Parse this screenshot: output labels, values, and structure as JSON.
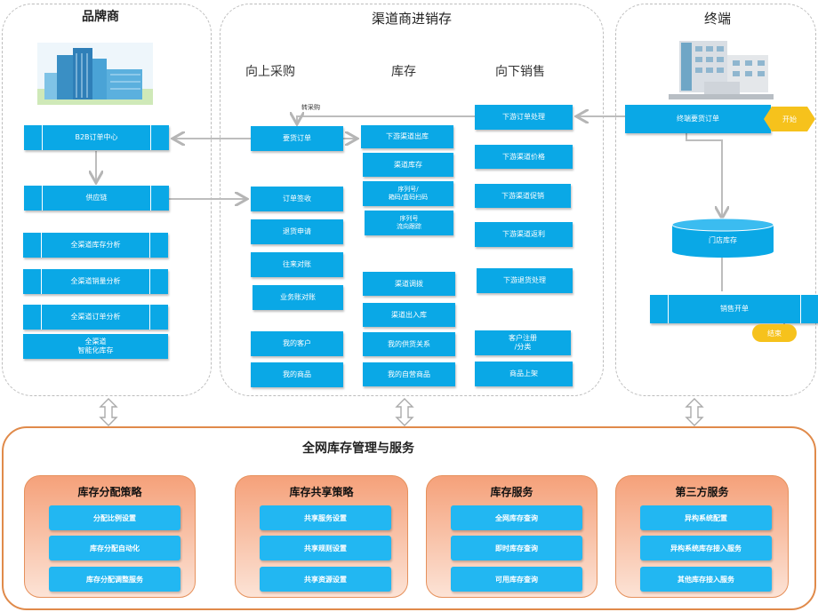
{
  "brand": {
    "title": "品牌商",
    "items": [
      "B2B订单中心",
      "供应链",
      "全渠道库存分析",
      "全渠道销量分析",
      "全渠道订单分析",
      "全渠道\n智能化库存"
    ]
  },
  "channel": {
    "title": "渠道商进销存",
    "columns": [
      "向上采购",
      "库存",
      "向下销售"
    ],
    "purchase": [
      "要货订单",
      "订单签收",
      "退货申请",
      "往来对账",
      "业务账对账",
      "我的客户",
      "我的商品"
    ],
    "inventory": [
      "下游渠道出库",
      "渠道库存",
      "序列号/\n箱码/盒码扫码",
      "序列号\n流向跟踪",
      "渠道调拨",
      "渠道出入库",
      "我的供货关系",
      "我的自营商品"
    ],
    "sales": [
      "下游订单处理",
      "下游渠道价格",
      "下游渠道促销",
      "下游渠道返利",
      "下游退货处理",
      "客户注册\n/分类",
      "商品上架"
    ],
    "transfer_label": "转采购"
  },
  "terminal": {
    "title": "终端",
    "order": "终端要货订单",
    "start": "开始",
    "store_stock": "门店库存",
    "sales_order": "销售开单",
    "end": "结束"
  },
  "bottom": {
    "title": "全网库存管理与服务",
    "groups": [
      {
        "title": "库存分配策略",
        "items": [
          "分配比例设置",
          "库存分配自动化",
          "库存分配调整服务"
        ]
      },
      {
        "title": "库存共享策略",
        "items": [
          "共享服务设置",
          "共享规则设置",
          "共享资源设置"
        ]
      },
      {
        "title": "库存服务",
        "items": [
          "全网库存查询",
          "即时库存查询",
          "可用库存查询"
        ]
      },
      {
        "title": "第三方服务",
        "items": [
          "异构系统配置",
          "异构系统库存接入服务",
          "其他库存接入服务"
        ]
      }
    ]
  },
  "colors": {
    "box": "#0aa8e6",
    "accent_orange": "#e08a4a",
    "start_tag": "#f6c21c"
  }
}
